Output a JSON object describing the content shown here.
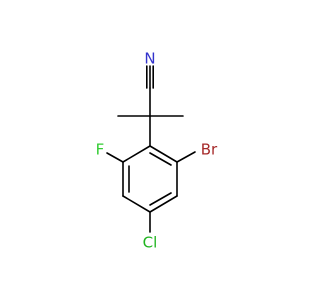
{
  "molecule": {
    "atoms": {
      "nitrogen": "N",
      "bromine": "Br",
      "fluorine": "F",
      "chlorine": "Cl"
    },
    "colors": {
      "bond": "#000000",
      "nitrogen": "#3333cc",
      "bromine": "#a62929",
      "fluorine": "#33cc33",
      "chlorine": "#1fb41f"
    }
  }
}
